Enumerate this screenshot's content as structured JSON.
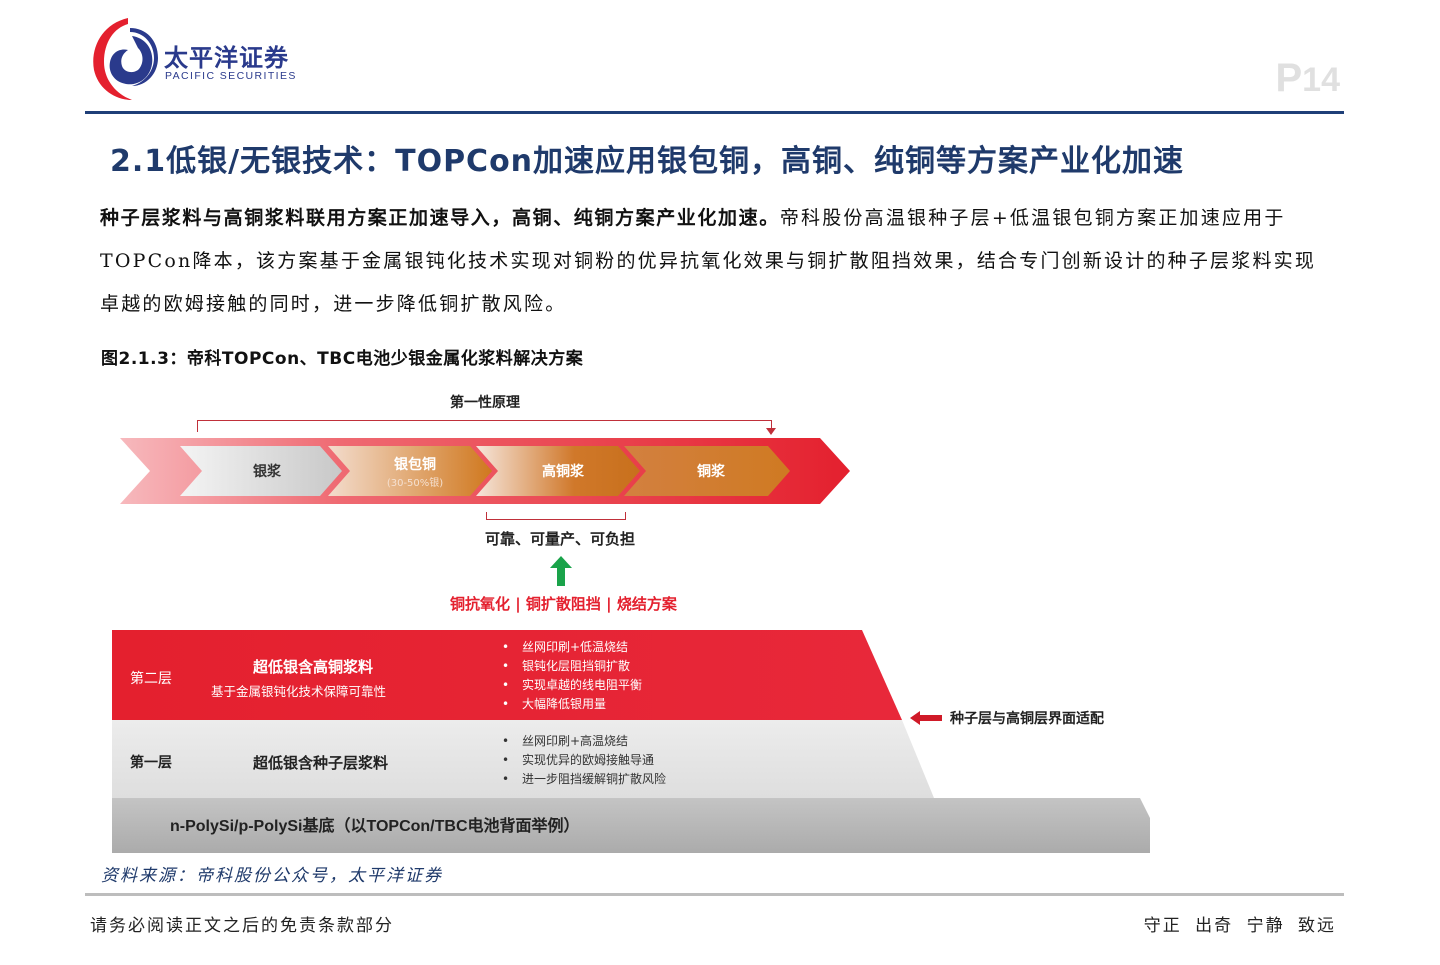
{
  "header": {
    "logo_cn": "太平洋证券",
    "logo_en": "PACIFIC SECURITIES",
    "page_prefix": "P",
    "page_number": "14",
    "colors": {
      "brand_blue": "#2a3a8c",
      "brand_red": "#e4202e",
      "rule": "#1f3f78"
    }
  },
  "title": "2.1低银/无银技术：TOPCon加速应用银包铜，高铜、纯铜等方案产业化加速",
  "paragraph": {
    "bold_lead": "种子层浆料与高铜浆料联用方案正加速导入，高铜、纯铜方案产业化加速。",
    "body": "帝科股份高温银种子层+低温银包铜方案正加速应用于TOPCon降本，该方案基于金属银钝化技术实现对铜粉的优异抗氧化效果与铜扩散阻挡效果，结合专门创新设计的种子层浆料实现卓越的欧姆接触的同时，进一步降低铜扩散风险。"
  },
  "figure": {
    "caption": "图2.1.3：帝科TOPCon、TBC电池少银金属化浆料解决方案",
    "principle_label": "第一性原理",
    "chevrons": [
      {
        "label": "银浆",
        "sub": ""
      },
      {
        "label": "银包铜",
        "sub": "(30-50%银)"
      },
      {
        "label": "高铜浆",
        "sub": ""
      },
      {
        "label": "铜浆",
        "sub": ""
      }
    ],
    "goal_text": "可靠、可量产、可负担",
    "tech_text": "铜抗氧化 | 铜扩散阻挡 | 烧结方案",
    "layer2": {
      "name": "第二层",
      "title": "超低银含高铜浆料",
      "subtitle": "基于金属银钝化技术保障可靠性",
      "bullets": [
        "丝网印刷+低温烧结",
        "银钝化层阻挡铜扩散",
        "实现卓越的线电阻平衡",
        "大幅降低银用量"
      ]
    },
    "layer1": {
      "name": "第一层",
      "title": "超低银含种子层浆料",
      "bullets": [
        "丝网印刷+高温烧结",
        "实现优异的欧姆接触导通",
        "进一步阻挡缓解铜扩散风险"
      ]
    },
    "interface_note": "种子层与高铜层界面适配",
    "base_text": "n-PolySi/p-PolySi基底（以TOPCon/TBC电池背面举例）"
  },
  "source": "资料来源：帝科股份公众号，太平洋证券",
  "footer": {
    "disclaimer": "请务必阅读正文之后的免责条款部分",
    "motto": "守正 出奇 宁静 致远"
  }
}
